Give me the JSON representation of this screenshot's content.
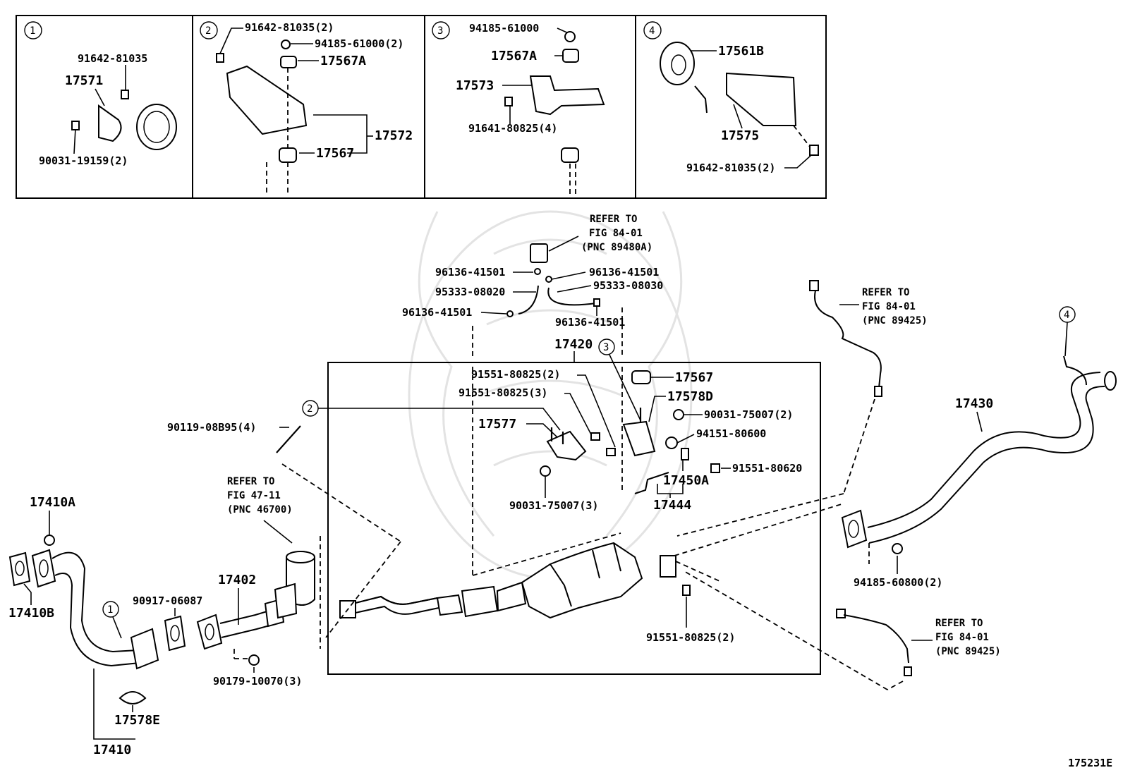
{
  "panels": [
    {
      "num": "1",
      "labels": [
        "91642-81035",
        "17571",
        "90031-19159(2)"
      ]
    },
    {
      "num": "2",
      "labels": [
        "91642-81035(2)",
        "94185-61000(2)",
        "17567A",
        "17572",
        "17567"
      ]
    },
    {
      "num": "3",
      "labels": [
        "94185-61000",
        "17567A",
        "17573",
        "91641-80825(4)"
      ]
    },
    {
      "num": "4",
      "labels": [
        "17561B",
        "17575",
        "91642-81035(2)"
      ]
    }
  ],
  "refers": [
    {
      "lines": [
        "REFER TO",
        "FIG 84-01",
        "(PNC 89480A)"
      ]
    },
    {
      "lines": [
        "REFER TO",
        "FIG 84-01",
        "(PNC 89425)"
      ]
    },
    {
      "lines": [
        "REFER TO",
        "FIG 47-11",
        "(PNC 46700)"
      ]
    },
    {
      "lines": [
        "REFER TO",
        "FIG 84-01",
        "(PNC 89425)"
      ]
    }
  ],
  "main_labels": {
    "p96136a": "96136-41501",
    "p96136b": "96136-41501",
    "p95333a": "95333-08020",
    "p95333b": "95333-08030",
    "p96136c": "96136-41501",
    "p96136d": "96136-41501",
    "p17420": "17420",
    "p91551a": "91551-80825(2)",
    "p91551b": "91551-80825(3)",
    "p17567": "17567",
    "p17578D": "17578D",
    "p90031a": "90031-75007(2)",
    "p17577": "17577",
    "p94151": "94151-80600",
    "p91551c": "91551-80620",
    "p17450A": "17450A",
    "p17444": "17444",
    "p90031b": "90031-75007(3)",
    "p90119": "90119-08B95(4)",
    "p17430": "17430",
    "p94185": "94185-60800(2)",
    "p17410A": "17410A",
    "p17410B": "17410B",
    "p90917": "90917-06087",
    "p17402": "17402",
    "p91551d": "91551-80825(2)",
    "p90179": "90179-10070(3)",
    "p17578E": "17578E",
    "p17410": "17410",
    "c1": "1",
    "c2": "2",
    "c3": "3",
    "c4": "4"
  },
  "figure_code": "175231E"
}
